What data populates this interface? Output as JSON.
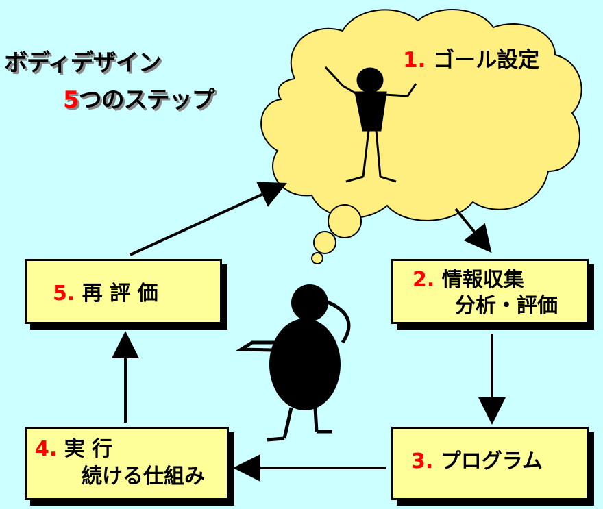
{
  "title": {
    "line1": "ボディデザイン",
    "line2_num": "5",
    "line2_text": "つのステップ"
  },
  "steps": [
    {
      "num": "1.",
      "text": "ゴール設定"
    },
    {
      "num": "2.",
      "text_line1": "情報収集",
      "text_line2": "分析・評価"
    },
    {
      "num": "3.",
      "text": "プログラム"
    },
    {
      "num": "4.",
      "text_line1": "実 行",
      "text_line2": "続ける仕組み"
    },
    {
      "num": "5.",
      "text": "再 評 価"
    }
  ],
  "colors": {
    "background": "#ccffff",
    "box_fill": "#ffff99",
    "cloud_fill": "#ffef80",
    "number": "#ff0000"
  },
  "icons": [
    "thought-cloud",
    "goal-stick-figure",
    "thinking-figure",
    "arrows"
  ]
}
